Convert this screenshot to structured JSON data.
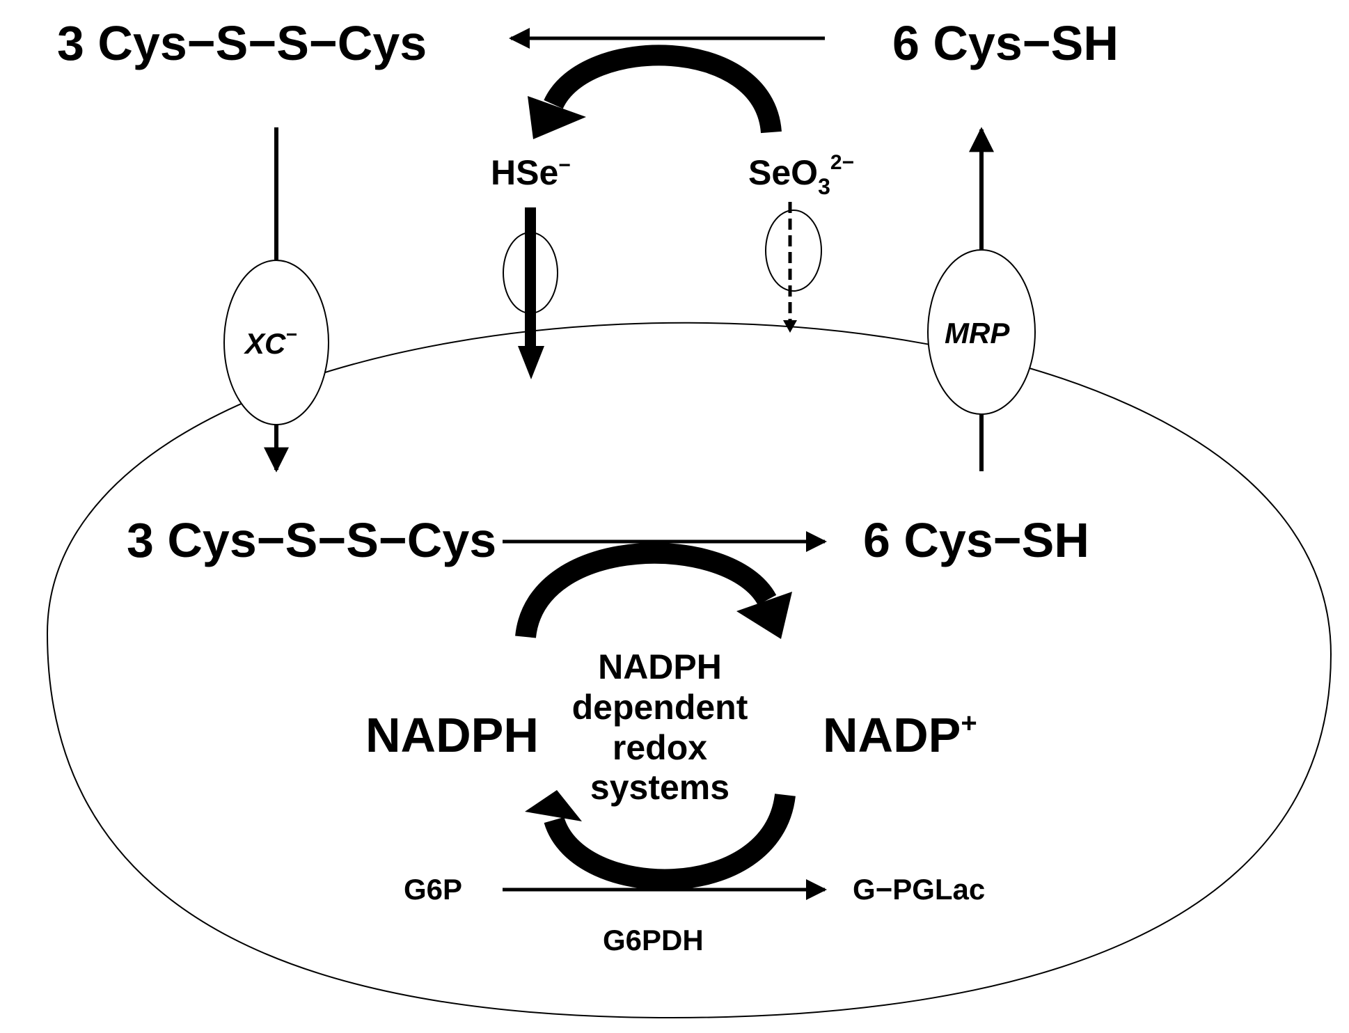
{
  "extracellular": {
    "cystine": "3 Cys−S−S−Cys",
    "cysteine": "6 Cys−SH",
    "hse": "HSe",
    "hse_charge": "−",
    "selenite_base": "SeO",
    "selenite_sub": "3",
    "selenite_charge": "2−"
  },
  "transporters": {
    "xc_base": "XC",
    "xc_charge": "−",
    "mrp": "MRP"
  },
  "intracellular": {
    "cystine": "3 Cys−S−S−Cys",
    "cysteine": "6 Cys−SH",
    "nadph": "NADPH",
    "nadp_base": "NADP",
    "nadp_charge": "+",
    "redox_lines": [
      "NADPH",
      "dependent",
      "redox",
      "systems"
    ],
    "g6p": "G6P",
    "gpglac": "G−PGLac",
    "enzyme": "G6PDH"
  },
  "colors": {
    "ink": "#000000",
    "background": "#ffffff"
  }
}
